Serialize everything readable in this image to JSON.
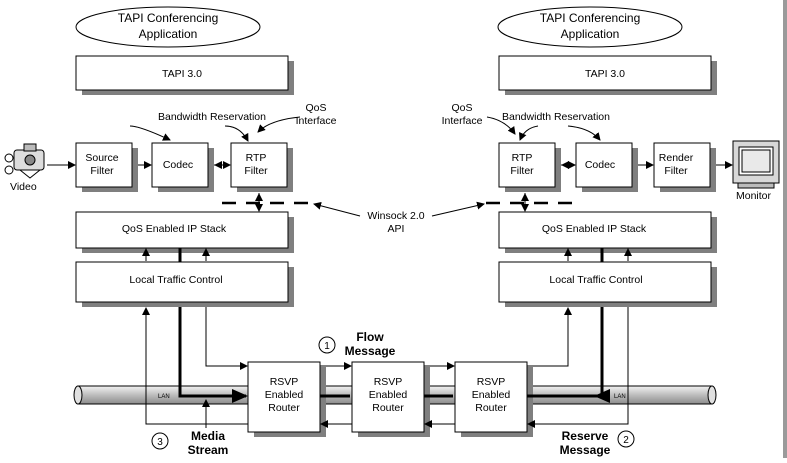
{
  "left": {
    "app": [
      "TAPI Conferencing",
      "Application"
    ],
    "tapi": "TAPI 3.0",
    "source_filter": [
      "Source",
      "Filter"
    ],
    "codec": "Codec",
    "rtp_filter": [
      "RTP",
      "Filter"
    ],
    "qos_stack": "QoS Enabled IP Stack",
    "traffic_control": "Local Traffic Control",
    "video": "Video",
    "bandwidth": "Bandwidth Reservation",
    "qos_interface": [
      "QoS",
      "Interface"
    ]
  },
  "right": {
    "app": [
      "TAPI Conferencing",
      "Application"
    ],
    "tapi": "TAPI 3.0",
    "rtp_filter": [
      "RTP",
      "Filter"
    ],
    "codec": "Codec",
    "render_filter": [
      "Render",
      "Filter"
    ],
    "qos_stack": "QoS Enabled IP Stack",
    "traffic_control": "Local Traffic Control",
    "monitor": "Monitor",
    "bandwidth": "Bandwidth Reservation",
    "qos_interface": [
      "QoS",
      "Interface"
    ]
  },
  "winsock": [
    "Winsock 2.0",
    "API"
  ],
  "routers": [
    [
      "RSVP",
      "Enabled",
      "Router"
    ],
    [
      "RSVP",
      "Enabled",
      "Router"
    ],
    [
      "RSVP",
      "Enabled",
      "Router"
    ]
  ],
  "lan": "LAN",
  "steps": {
    "flow": {
      "num": "1",
      "label": [
        "Flow",
        "Message"
      ]
    },
    "reserve": {
      "num": "2",
      "label": [
        "Reserve",
        "Message"
      ]
    },
    "media": {
      "num": "3",
      "label": [
        "Media",
        "Stream"
      ]
    }
  },
  "colors": {
    "shadow": "#7f7f7f",
    "pipe": "#d0d0d0",
    "line": "#000000"
  }
}
